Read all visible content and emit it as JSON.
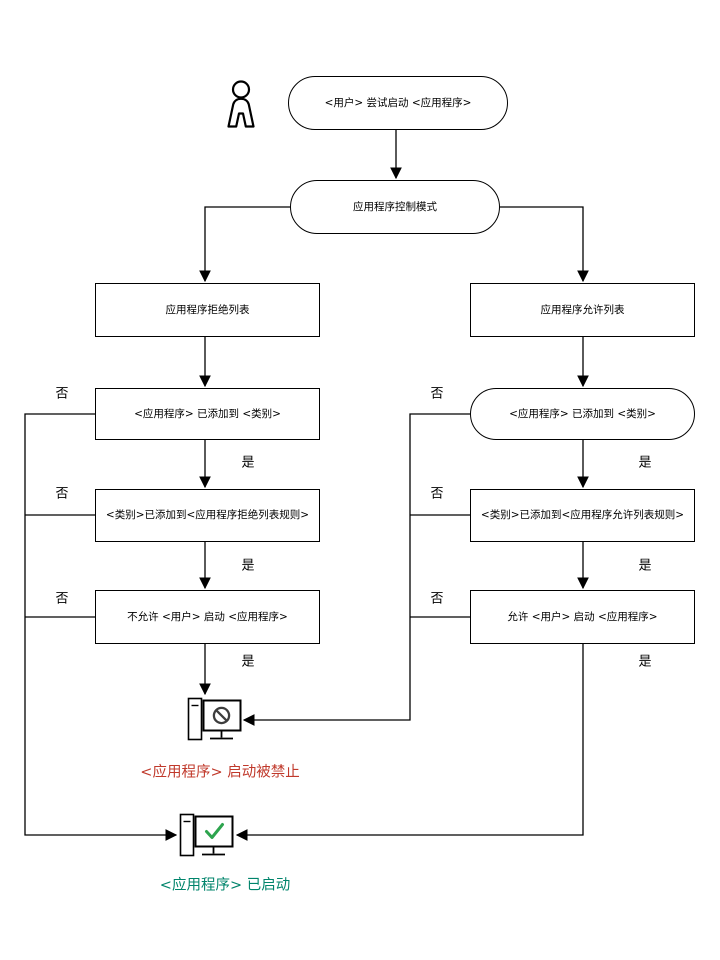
{
  "diagram": {
    "nodes": {
      "start": "<用户> 尝试启动 <应用程序>",
      "mode": "应用程序控制模式",
      "denylist": "应用程序拒绝列表",
      "deny_category": "<应用程序> 已添加到 <类别>",
      "deny_rule": "<类别>已添加到<应用程序拒绝列表规则>",
      "deny_action": "不允许 <用户> 启动 <应用程序>",
      "allowlist": "应用程序允许列表",
      "allow_category": "<应用程序> 已添加到 <类别>",
      "allow_rule": "<类别>已添加到<应用程序允许列表规则>",
      "allow_action": "允许 <用户> 启动 <应用程序>"
    },
    "labels": {
      "yes": "是",
      "no": "否"
    },
    "results": {
      "blocked": {
        "text": "<应用程序> 启动被禁止",
        "color": "#c0392b"
      },
      "started": {
        "text": "<应用程序> 已启动",
        "color": "#00846b"
      }
    },
    "colors": {
      "line": "#000000",
      "check": "#2da44e",
      "prohibit": "#3d3d3d",
      "background": "#ffffff"
    },
    "icons": {
      "user": "user-icon",
      "blocked": "computer-blocked-icon",
      "started": "computer-started-icon"
    }
  }
}
